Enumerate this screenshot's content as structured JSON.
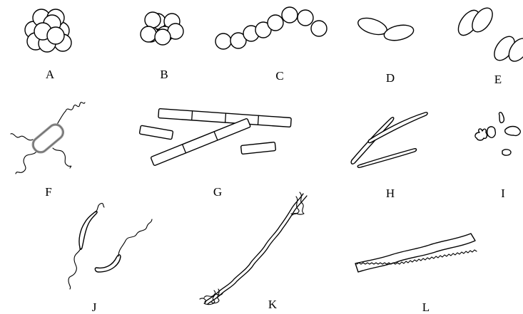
{
  "panels": [
    {
      "label": "A"
    },
    {
      "label": "B"
    },
    {
      "label": "C"
    },
    {
      "label": "D"
    },
    {
      "label": "E"
    },
    {
      "label": "F"
    },
    {
      "label": "G"
    },
    {
      "label": "H"
    },
    {
      "label": "I"
    },
    {
      "label": "J"
    },
    {
      "label": "K"
    },
    {
      "label": "L"
    }
  ],
  "colors": {
    "stroke": "#000000",
    "background": "#ffffff",
    "cell_fill": "#ffffff",
    "flagellate_body": "#bdbdbd"
  }
}
